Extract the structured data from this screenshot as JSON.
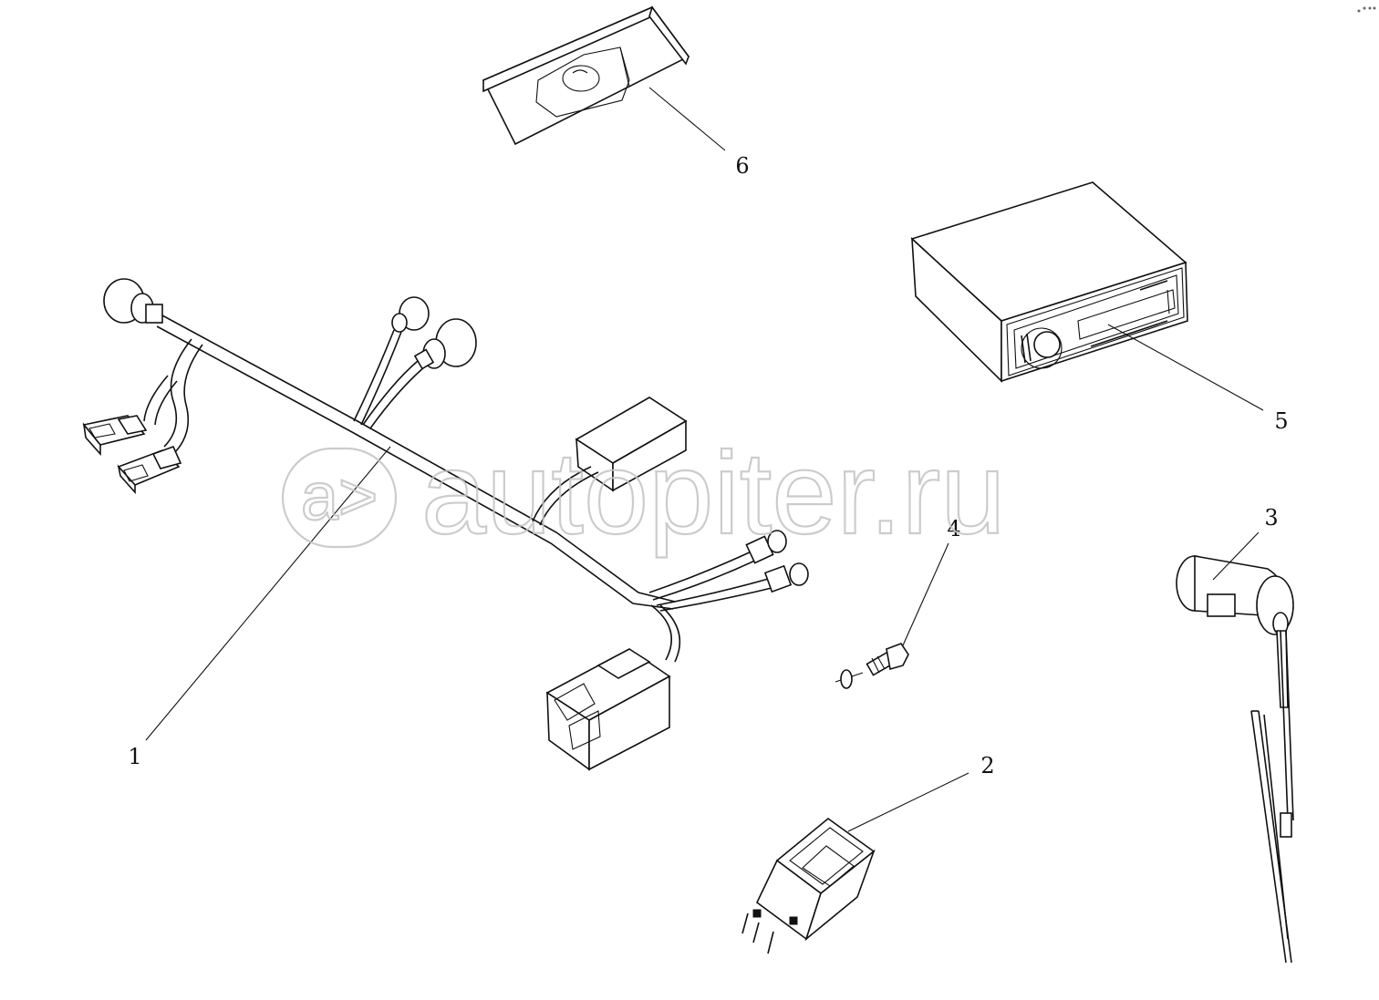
{
  "diagram": {
    "parts": [
      {
        "id": "1",
        "label": "1"
      },
      {
        "id": "2",
        "label": "2"
      },
      {
        "id": "3",
        "label": "3"
      },
      {
        "id": "4",
        "label": "4"
      },
      {
        "id": "5",
        "label": "5"
      },
      {
        "id": "6",
        "label": "6"
      }
    ]
  },
  "watermark": {
    "logo_text": "a>",
    "site": "autopiter.ru",
    "color": "#c4c4c4"
  }
}
